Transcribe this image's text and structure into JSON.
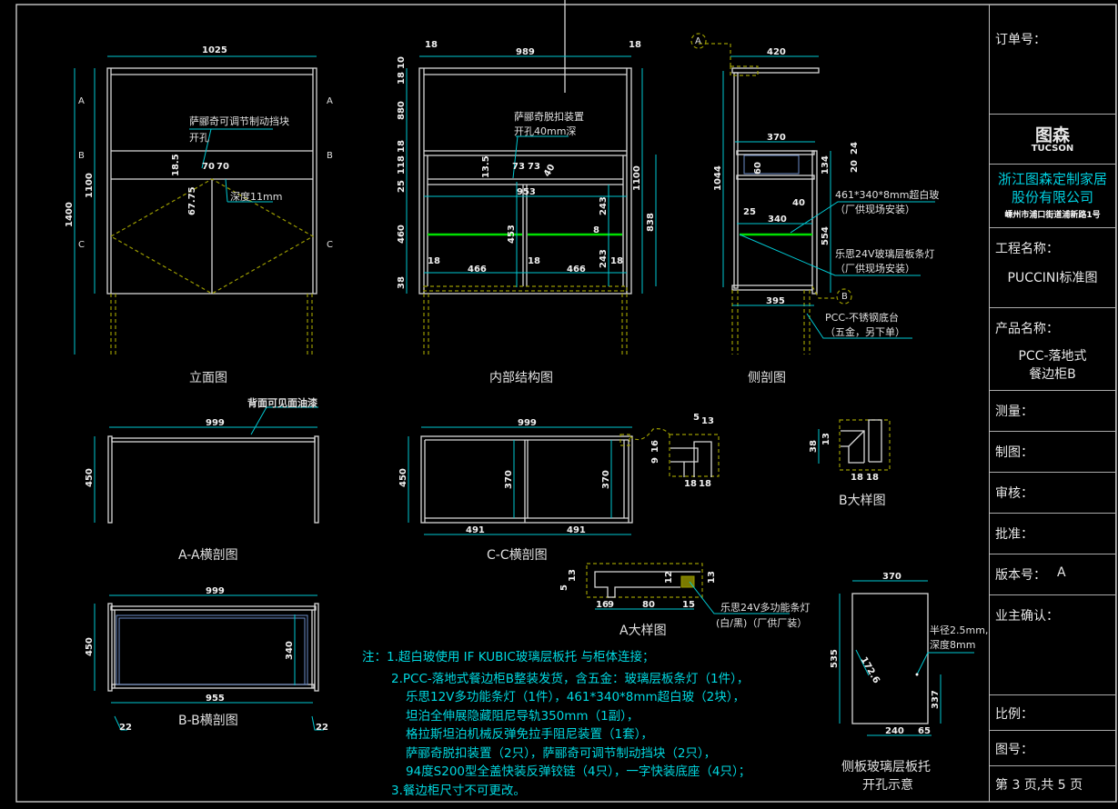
{
  "title_block": {
    "order_no_label": "订单号：",
    "logo_cn": "图森",
    "logo_en": "TUCSON",
    "company_line1": "浙江图森定制家居",
    "company_line2": "股份有限公司",
    "company_address": "嵊州市浦口街道浦新路1号",
    "project_label": "工程名称：",
    "project_value": "PUCCINI标准图",
    "product_label": "产品名称：",
    "product_value_line1": "PCC-落地式",
    "product_value_line2": "餐边柜B",
    "survey_label": "测量：",
    "drawing_label": "制图：",
    "review_label": "审核：",
    "approve_label": "批准：",
    "version_label": "版本号：",
    "version_value": "A",
    "owner_confirm_label": "业主确认：",
    "scale_label": "比例：",
    "drawing_no_label": "图号：",
    "page_info": "第 3 页,共 5 页"
  },
  "views": {
    "elevation": {
      "title": "立面图",
      "dims": {
        "width": "1025",
        "h1": "1100",
        "h2": "1400",
        "d1": "18.5",
        "d2": "70",
        "d3": "70",
        "d4": "67.75"
      },
      "annotation_line1": "萨郦奇可调节制动挡块",
      "annotation_line2": "开孔",
      "depth_note": "深度11mm",
      "section_marks": [
        "A",
        "B",
        "C"
      ]
    },
    "internal": {
      "title": "内部结构图",
      "annotation_line1": "萨郦奇脱扣装置",
      "annotation_line2": "开孔40mm深",
      "dims": {
        "top_left": "18",
        "top": "989",
        "top_right": "18",
        "l1": "18",
        "l2": "10",
        "l3": "880",
        "l4": "18",
        "l5": "118",
        "l6": "25",
        "l7": "460",
        "l8": "38",
        "r1": "1100",
        "r2": "838",
        "c1": "13.5",
        "c2": "73",
        "c3": "73",
        "c4": "40",
        "mid": "953",
        "v1": "453",
        "v2": "243",
        "v3": "243",
        "v4": "8",
        "b1": "18",
        "b2": "466",
        "b3": "18",
        "b4": "466",
        "b5": "18"
      }
    },
    "side": {
      "title": "侧剖图",
      "dims": {
        "top": "420",
        "height": "1044",
        "drawer": "370",
        "d1": "60",
        "r1": "134",
        "r2": "554",
        "s1": "24",
        "s2": "20",
        "a1": "40",
        "a2": "25",
        "shelf": "340",
        "bottom": "395"
      },
      "glass_note_line1": "461*340*8mm超白玻",
      "glass_note_line2": "（厂供现场安装）",
      "light_note_line1": "乐思24V玻璃层板条灯",
      "light_note_line2": "（厂供现场安装）",
      "base_note_line1": "PCC-不锈钢底台",
      "base_note_line2": "（五金，另下单）",
      "marks": [
        "A",
        "B"
      ]
    },
    "section_aa": {
      "title": "A-A横剖图",
      "note": "背面可见面油漆",
      "width": "999",
      "depth": "450"
    },
    "section_cc": {
      "title": "C-C横剖图",
      "width": "999",
      "depth": "450",
      "inner1": "370",
      "inner2": "370",
      "half1": "491",
      "half2": "491",
      "detail_dims": [
        "5",
        "13",
        "9",
        "16",
        "18",
        "18"
      ]
    },
    "detail_b": {
      "title": "B大样图",
      "dims": [
        "38",
        "13",
        "18",
        "18"
      ]
    },
    "detail_a": {
      "title": "A大样图",
      "dims": [
        "13",
        "5",
        "12",
        "13",
        "16",
        "9",
        "80",
        "15"
      ],
      "light_note_line1": "乐思24V多功能条灯",
      "light_note_line2": "(白/黑)（厂供厂装）"
    },
    "section_bb": {
      "title": "B-B横剖图",
      "width": "999",
      "depth": "450",
      "inner": "340",
      "bottom": "955",
      "left_gap": "22",
      "right_gap": "22"
    },
    "side_panel": {
      "title_line1": "侧板玻璃层板托",
      "title_line2": "开孔示意",
      "width": "370",
      "height": "535",
      "diag": "172.6",
      "right": "337",
      "bottom1": "240",
      "bottom2": "65",
      "note_line1": "半径2.5mm,",
      "note_line2": "深度8mm"
    }
  },
  "notes": [
    "注：1.超白玻使用 IF KUBIC玻璃层板托 与柜体连接；",
    "2.PCC-落地式餐边柜B整装发货，含五金：玻璃层板条灯（1件），",
    "乐思12V多功能条灯（1件），461*340*8mm超白玻（2块），",
    "坦泊全伸展隐藏阻尼导轨350mm（1副），",
    "格拉斯坦泊机械反弹免拉手阻尼装置（1套），",
    "萨郦奇脱扣装置（2只），萨郦奇可调节制动挡块（2只），",
    "94度S200型全盖快装反弹铰链（4只），一字快装底座（4只）；",
    "3.餐边柜尺寸不可更改。"
  ]
}
